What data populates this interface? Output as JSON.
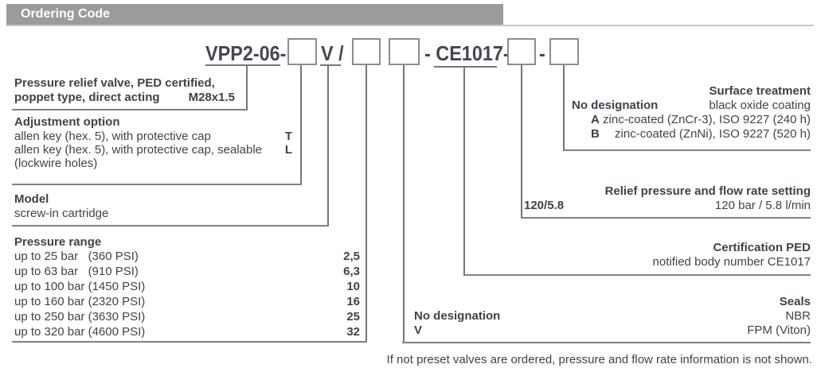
{
  "header": {
    "title": "Ordering Code"
  },
  "code": {
    "prefix": "VPP2-06-",
    "model_code": "V /",
    "cert_segment": "- CE1017-",
    "separator": "-"
  },
  "sections": {
    "valve_type": {
      "line1": "Pressure relief valve, PED certified,",
      "line2_left": "poppet type, direct acting",
      "line2_right": "M28x1.5"
    },
    "adjustment": {
      "title": "Adjustment option",
      "rows": [
        {
          "text": "allen key (hex. 5), with protective cap",
          "code": "T"
        },
        {
          "text": "allen key (hex. 5), with protective cap, sealable",
          "code": "L"
        }
      ],
      "note": "(lockwire holes)"
    },
    "model": {
      "title": "Model",
      "value": "screw-in cartridge"
    },
    "pressure_range": {
      "title": "Pressure range",
      "rows": [
        {
          "label": "up to 25 bar   (360 PSI)",
          "code": "2,5"
        },
        {
          "label": "up to 63 bar   (910 PSI)",
          "code": "6,3"
        },
        {
          "label": "up to 100 bar (1450 PSI)",
          "code": "10"
        },
        {
          "label": "up to 160 bar (2320 PSI)",
          "code": "16"
        },
        {
          "label": "up to 250 bar (3630 PSI)",
          "code": "25"
        },
        {
          "label": "up to 320 bar (4600 PSI)",
          "code": "32"
        }
      ]
    },
    "surface_treatment": {
      "title": "Surface treatment",
      "rows": [
        {
          "code": "No designation",
          "value": "black oxide coating"
        },
        {
          "code": "A",
          "value": "zinc-coated (ZnCr-3), ISO 9227 (240 h)"
        },
        {
          "code": "B",
          "value": "zinc-coated (ZnNi), ISO 9227 (520 h)"
        }
      ]
    },
    "relief_setting": {
      "title": "Relief pressure and flow rate setting",
      "code": "120/5.8",
      "value": "120 bar / 5.8 l/min"
    },
    "certification": {
      "title": "Certification PED",
      "value": "notified body number CE1017"
    },
    "seals": {
      "title": "Seals",
      "rows": [
        {
          "code": "No designation",
          "value": "NBR"
        },
        {
          "code": "V",
          "value": "FPM (Viton)"
        }
      ]
    }
  },
  "footnote": "If not preset valves are ordered, pressure and flow rate information is not shown.",
  "colors": {
    "header_bg": "#9b9b9b",
    "text": "#3e434b",
    "line": "#72757a",
    "box_border": "#8b8d90"
  }
}
